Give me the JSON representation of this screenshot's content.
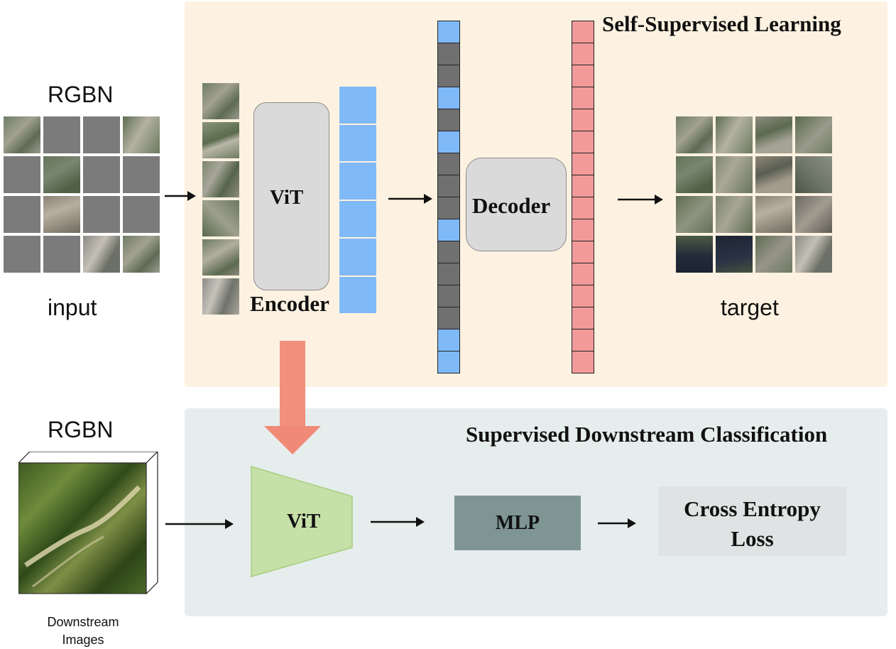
{
  "titles": {
    "ssl": "Self-Supervised Learning",
    "supervised": "Supervised Downstream Classification"
  },
  "labels": {
    "rgbn_top": "RGBN",
    "input": "input",
    "target": "target",
    "rgbn_bottom": "RGBN",
    "downstream_line1": "Downstream",
    "downstream_line2": "Images"
  },
  "blocks": {
    "vit_encoder": "ViT",
    "encoder": "Encoder",
    "decoder": "Decoder",
    "vit_downstream": "ViT",
    "mlp": "MLP",
    "loss_line1": "Cross Entropy",
    "loss_line2": "Loss"
  },
  "input_grid_mask": [
    [
      "image",
      "masked",
      "masked",
      "image"
    ],
    [
      "masked",
      "image",
      "masked",
      "masked"
    ],
    [
      "masked",
      "image",
      "masked",
      "masked"
    ],
    [
      "masked",
      "masked",
      "image",
      "image"
    ]
  ],
  "token_column_pattern": [
    "blue",
    "gray",
    "gray",
    "blue",
    "gray",
    "blue",
    "gray",
    "gray",
    "gray",
    "blue",
    "gray",
    "gray",
    "gray",
    "gray",
    "blue",
    "blue"
  ],
  "colors": {
    "ssl_panel": "#fdf2e1",
    "supervised_panel": "#e6eded",
    "token_blue": "#80b9f8",
    "token_gray": "#707070",
    "token_red": "#f29a9a",
    "mask_gray": "#7b7b7b",
    "transfer_arrow": "#f08a76",
    "vit_green": "#c6e0a8",
    "mlp": "#7e9593",
    "loss_box": "#dfe3e3"
  }
}
